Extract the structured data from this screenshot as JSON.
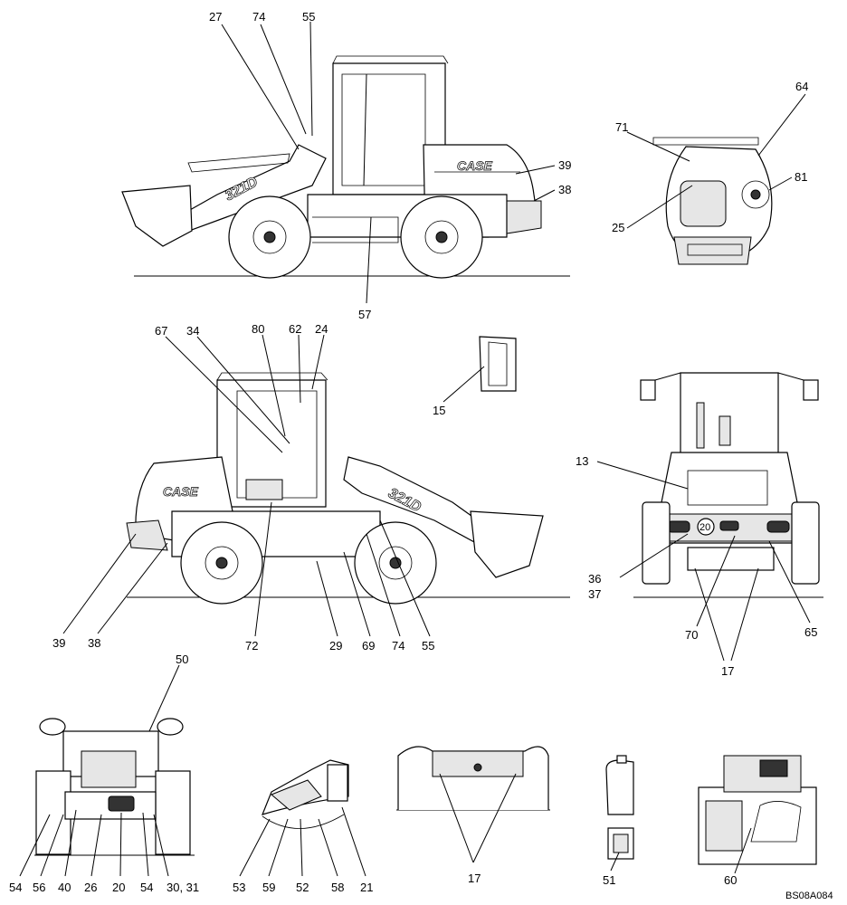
{
  "diagram": {
    "decal_text": {
      "brand": "CASE",
      "model": "321D",
      "plate_number": "20"
    },
    "labels": {
      "v1_27": "27",
      "v1_74": "74",
      "v1_55": "55",
      "v1_39": "39",
      "v1_38": "38",
      "v1_57": "57",
      "v2_71": "71",
      "v2_64": "64",
      "v2_81": "81",
      "v2_25": "25",
      "v3_67": "67",
      "v3_34": "34",
      "v3_80": "80",
      "v3_62": "62",
      "v3_24": "24",
      "v3_39": "39",
      "v3_38": "38",
      "v3_72": "72",
      "v3_29": "29",
      "v3_69": "69",
      "v3_74": "74",
      "v3_55": "55",
      "v4_15": "15",
      "v5_13": "13",
      "v5_36": "36",
      "v5_37": "37",
      "v5_70": "70",
      "v5_65": "65",
      "v5_17": "17",
      "v6_50": "50",
      "v6_54a": "54",
      "v6_56": "56",
      "v6_40": "40",
      "v6_26": "26",
      "v6_20": "20",
      "v6_54b": "54",
      "v6_30_31": "30, 31",
      "v7_53": "53",
      "v7_59": "59",
      "v7_52": "52",
      "v7_58": "58",
      "v7_21": "21",
      "v8_17": "17",
      "v9_51": "51",
      "v10_60": "60"
    },
    "figure_code": "BS08A084"
  }
}
